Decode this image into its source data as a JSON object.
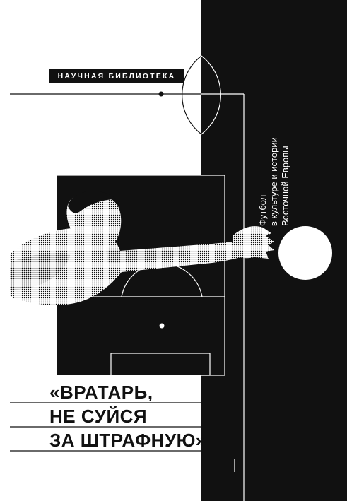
{
  "series": "НАУЧНАЯ БИБЛИОТЕКА",
  "subtitle": {
    "line1": "Футбол",
    "line2": "в культуре и истории",
    "line3": "Восточной Европы"
  },
  "title": {
    "line1": "«ВРАТАРЬ,",
    "line2": "НЕ СУЙСЯ",
    "line3": "ЗА ШТРАФНУЮ»"
  },
  "colors": {
    "ink": "#111111",
    "paper": "#ffffff"
  }
}
